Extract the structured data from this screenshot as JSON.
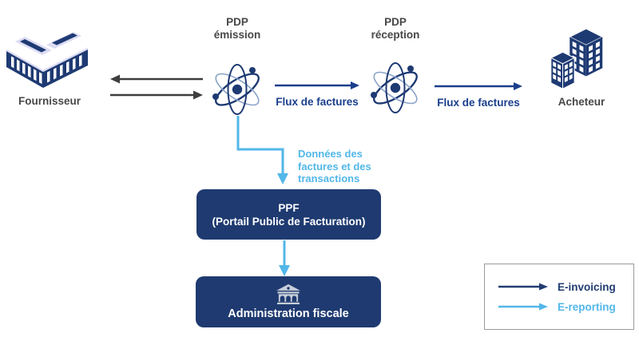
{
  "diagram": {
    "nodes": {
      "fournisseur": {
        "label": "Fournisseur",
        "icon": "factory-building-icon"
      },
      "pdp_emission": {
        "lines": [
          "PDP",
          "émission"
        ],
        "icon": "atom-icon"
      },
      "pdp_reception": {
        "lines": [
          "PDP",
          "réception"
        ],
        "icon": "atom-icon"
      },
      "acheteur": {
        "label": "Acheteur",
        "icon": "office-buildings-icon"
      },
      "ppf": {
        "lines": [
          "PPF",
          "(Portail Public de Facturation)"
        ]
      },
      "administration_fiscale": {
        "label": "Administration fiscale",
        "icon": "bank-icon"
      }
    },
    "edges": {
      "fournisseur_pdp": {
        "type": "bidirectional-gray-arrows"
      },
      "flux_emission": {
        "label": "Flux de factures"
      },
      "flux_reception": {
        "label": "Flux de factures"
      },
      "donnees": {
        "lines": [
          "Données des",
          "factures et des",
          "transactions"
        ]
      }
    }
  },
  "legend": {
    "items": [
      {
        "label": "E-invoicing",
        "color": "#223d72"
      },
      {
        "label": "E-reporting",
        "color": "#52b7e9"
      }
    ]
  },
  "colors": {
    "navy_box": "#1e3a70",
    "navy_icon": "#1e3a73",
    "flux_blue": "#1a3e8c",
    "light_blue": "#52b7e9",
    "text_gray": "#474747",
    "arrow_gray": "#3e3e3e",
    "lavender_roof": "#dcdcf4",
    "bank_gray": "#c7ced9",
    "legend_border": "#9a9a9a"
  }
}
